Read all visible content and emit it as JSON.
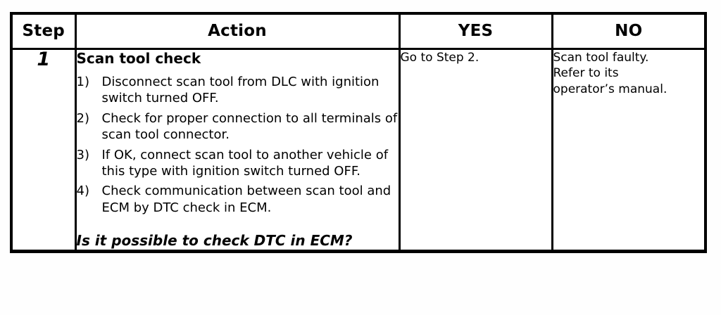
{
  "table": {
    "headers": [
      {
        "key": "step",
        "label": "Step"
      },
      {
        "key": "action",
        "label": "Action"
      },
      {
        "key": "yes",
        "label": "YES"
      },
      {
        "key": "no",
        "label": "NO"
      }
    ],
    "rows": [
      {
        "step": "1",
        "action": {
          "title": "Scan tool check",
          "items": [
            {
              "marker": "1)",
              "text": "Disconnect scan tool from DLC with ignition switch turned OFF."
            },
            {
              "marker": "2)",
              "text": "Check for proper connection to all terminals of scan tool connector."
            },
            {
              "marker": "3)",
              "text": "If OK, connect scan tool to another vehicle of this type with ignition switch turned OFF."
            },
            {
              "marker": "4)",
              "text": "Check communication between scan tool and ECM by DTC check in ECM."
            }
          ],
          "question": "Is it possible to check DTC in ECM?"
        },
        "yes": "Go to Step 2.",
        "no_line1": "Scan tool faulty.",
        "no_line2": "Refer to its",
        "no_line3": "operator’s manual."
      }
    ]
  },
  "colors": {
    "border": "#000000",
    "text": "#000000",
    "cell_background": "#ffffff",
    "page_background": "#fefefe"
  }
}
